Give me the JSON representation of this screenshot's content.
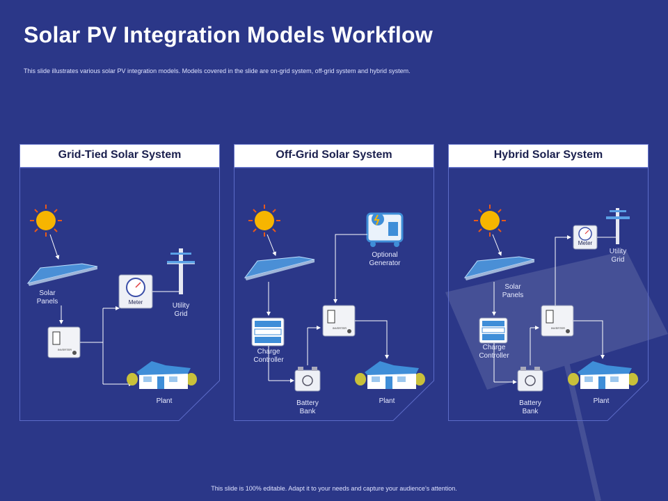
{
  "title": "Solar PV Integration Models Workflow",
  "subtitle": "This slide illustrates various solar PV integration models. Models covered in the slide are on-grid system, off-grid system and hybrid system.",
  "footer": "This slide is 100% editable. Adapt it to your needs and capture your audience’s attention.",
  "panels": [
    {
      "heading": "Grid-Tied Solar System",
      "labels": {
        "solar_panels": "Solar\nPanels",
        "meter": "Meter",
        "utility_grid": "Utility\nGrid",
        "plant": "Plant",
        "inverter": "INVERTER"
      }
    },
    {
      "heading": "Off-Grid Solar System",
      "labels": {
        "optional_generator": "Optional\nGenerator",
        "charge_controller": "Charge\nController",
        "battery_bank": "Battery\nBank",
        "plant": "Plant",
        "inverter": "INVERTER"
      }
    },
    {
      "heading": "Hybrid Solar System",
      "labels": {
        "meter": "Meter",
        "utility_grid": "Utility\nGrid",
        "solar_panels": "Solar\nPanels",
        "charge_controller": "Charge\nController",
        "battery_bank": "Battery\nBank",
        "plant": "Plant",
        "inverter": "INVERTER"
      }
    }
  ],
  "colors": {
    "background": "#2b3788",
    "sun": "#f7b500",
    "panel_blue": "#4a8fd6",
    "house_blue": "#3f8ed8",
    "bush": "#c9c03a"
  }
}
